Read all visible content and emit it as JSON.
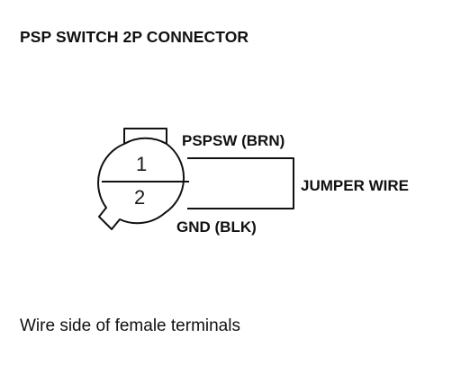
{
  "title": "PSP SWITCH 2P CONNECTOR",
  "connector": {
    "pin_1": "1",
    "pin_2": "2",
    "pin_1_label": "PSPSW (BRN)",
    "pin_2_label": "GND (BLK)"
  },
  "jumper_label": "JUMPER WIRE",
  "caption": "Wire side of female terminals"
}
